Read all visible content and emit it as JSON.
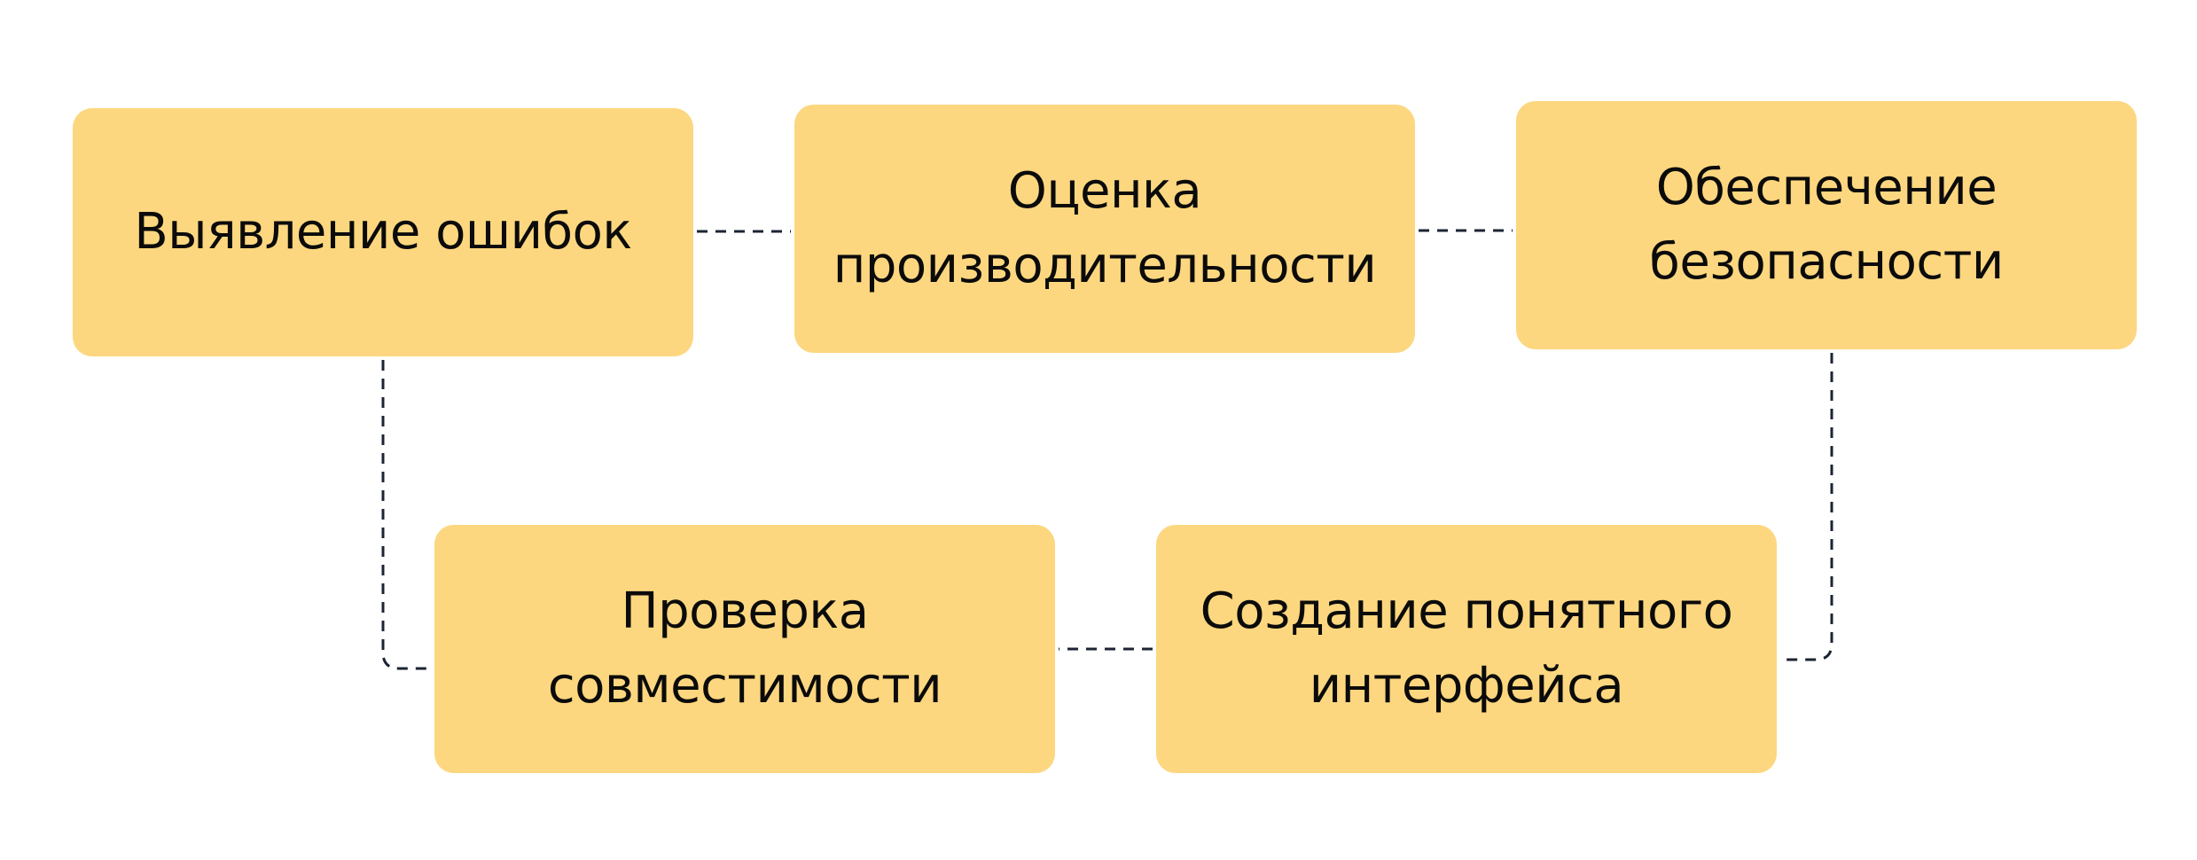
{
  "diagram": {
    "nodes": [
      {
        "id": "n1",
        "lines": [
          "Выявление ошибок"
        ]
      },
      {
        "id": "n2",
        "lines": [
          "Оценка",
          "производительности"
        ]
      },
      {
        "id": "n3",
        "lines": [
          "Обеспечение",
          "безопасности"
        ]
      },
      {
        "id": "n4",
        "lines": [
          "Проверка",
          "совместимости"
        ]
      },
      {
        "id": "n5",
        "lines": [
          "Создание понятного",
          "интерфейса"
        ]
      }
    ],
    "connections": [
      {
        "from": "n1",
        "to": "n2"
      },
      {
        "from": "n2",
        "to": "n3"
      },
      {
        "from": "n3",
        "to": "n5"
      },
      {
        "from": "n5",
        "to": "n4"
      },
      {
        "from": "n4",
        "to": "n1"
      }
    ],
    "colors": {
      "node_fill": "#fdd77f",
      "text": "#0b0b0b",
      "connector": "#1c2433",
      "background": "#ffffff"
    }
  }
}
